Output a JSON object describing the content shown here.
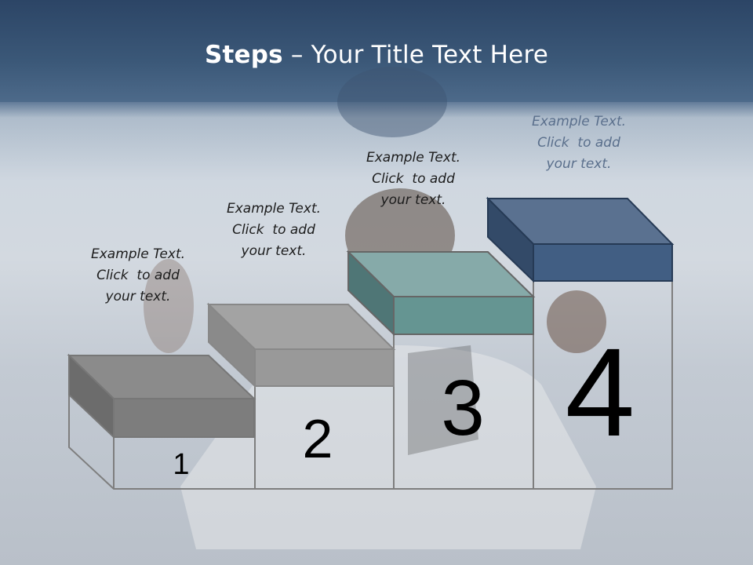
{
  "title": {
    "bold": "Steps",
    "rest": " – Your Title Text Here"
  },
  "steps": [
    {
      "number": "1",
      "text": [
        "Example Text.",
        "Click  to add",
        "your text."
      ],
      "color": "#8a8a8a"
    },
    {
      "number": "2",
      "text": [
        "Example Text.",
        "Click  to add",
        "your text."
      ],
      "color": "#a0a0a0"
    },
    {
      "number": "3",
      "text": [
        "Example Text.",
        "Click  to add",
        "your text."
      ],
      "color": "#6f9c9a"
    },
    {
      "number": "4",
      "text": [
        "Example Text.",
        "Click  to add",
        "your text."
      ],
      "color": "#4a6485"
    }
  ]
}
